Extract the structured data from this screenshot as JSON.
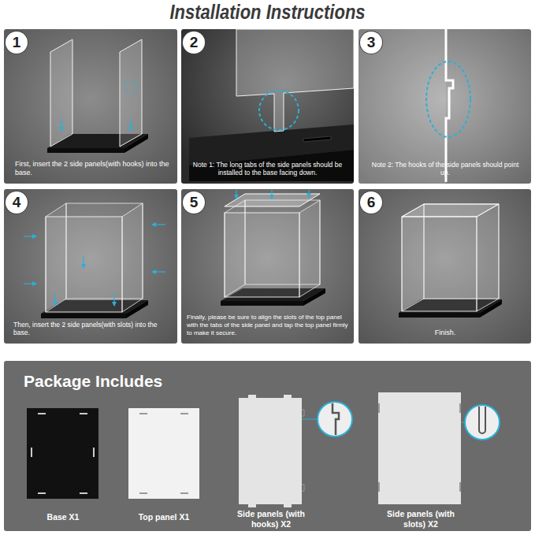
{
  "diagram": {
    "title": "Installation Instructions",
    "nodes": [
      {
        "text": [
          "First, insert the 2 side panels(with hooks) into the base."
        ]
      },
      {
        "text": [
          "1"
        ],
        "in": 0
      },
      {
        "text": [
          "Note 1: The long tabs of the side panels should be installed to the base facing down."
        ]
      },
      {
        "text": [
          "2"
        ],
        "in": 2
      },
      {
        "text": [
          "Note 2: The hooks of the side panels should point up."
        ]
      },
      {
        "text": [
          "3"
        ],
        "in": 4
      },
      {
        "text": [
          "Then, insert the 2 side panels(with slots) into the base."
        ]
      },
      {
        "text": [
          "4"
        ],
        "in": 6
      },
      {
        "text": [
          "Finally, please be sure to align the slots of the top panel with the tabs of the side panel and tap the top panel firmly to make it secure."
        ]
      },
      {
        "text": [
          "5"
        ],
        "in": 8
      },
      {
        "text": [
          "Finish."
        ]
      },
      {
        "text": [
          "6"
        ],
        "in": 10
      },
      {
        "text": [
          "Package Includes"
        ]
      }
    ],
    "labels": [
      "Base X1",
      "Top panel X1",
      "Side panels (with hooks) X2",
      "Side panels (with slots) X2"
    ]
  }
}
